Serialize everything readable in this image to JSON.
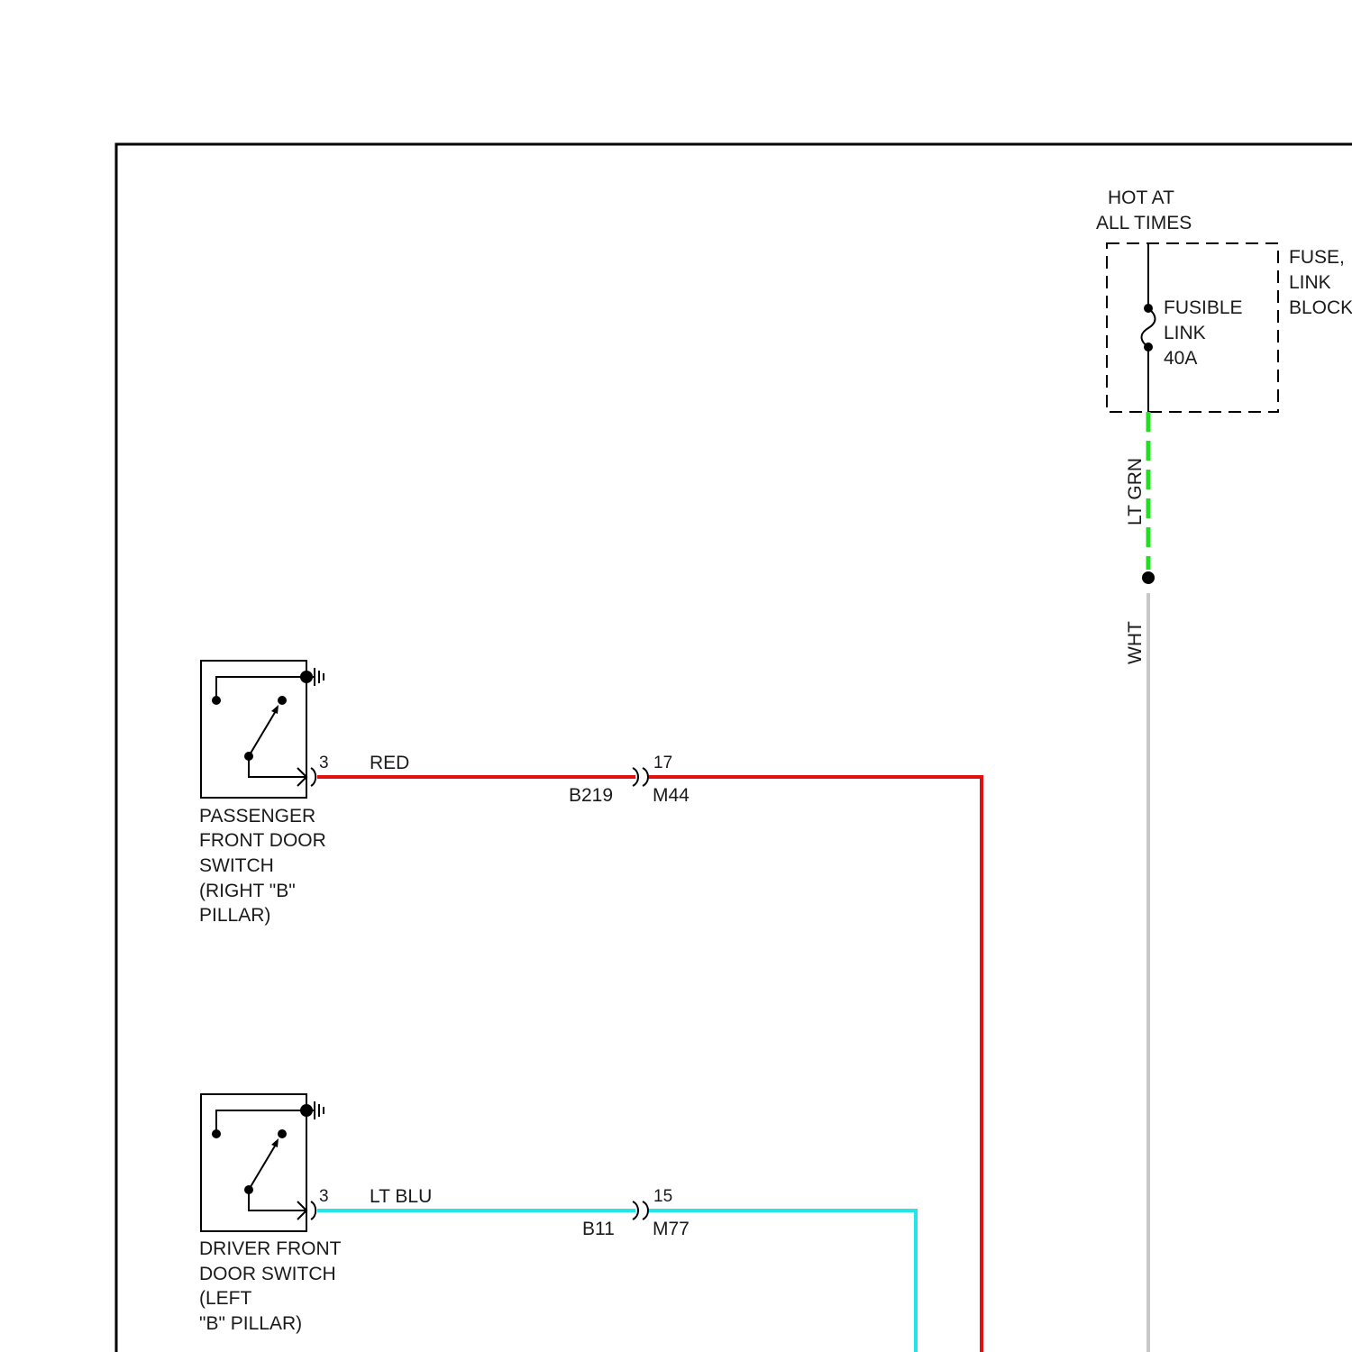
{
  "power_source": {
    "heading_line1": "HOT AT",
    "heading_line2": "ALL TIMES",
    "block_label": [
      "FUSE,",
      "LINK",
      "BLOCK"
    ],
    "fusible_link": [
      "FUSIBLE",
      "LINK",
      "40A"
    ]
  },
  "wires": {
    "lt_grn": {
      "label": "LT GRN",
      "color": "#22dd22"
    },
    "wht": {
      "label": "WHT",
      "color": "#c8c8c8"
    },
    "red": {
      "label": "RED",
      "color": "#e01010"
    },
    "lt_blu": {
      "label": "LT BLU",
      "color": "#22e6e6"
    }
  },
  "passenger_switch": {
    "pin": "3",
    "name": [
      "PASSENGER",
      "FRONT DOOR",
      "SWITCH",
      "(RIGHT \"B\"",
      "PILLAR)"
    ],
    "connector": {
      "pin": "17",
      "left": "B219",
      "right": "M44"
    }
  },
  "driver_switch": {
    "pin": "3",
    "name": [
      "DRIVER FRONT",
      "DOOR SWITCH",
      "(LEFT",
      "\"B\" PILLAR)"
    ],
    "connector": {
      "pin": "15",
      "left": "B11",
      "right": "M77"
    }
  }
}
